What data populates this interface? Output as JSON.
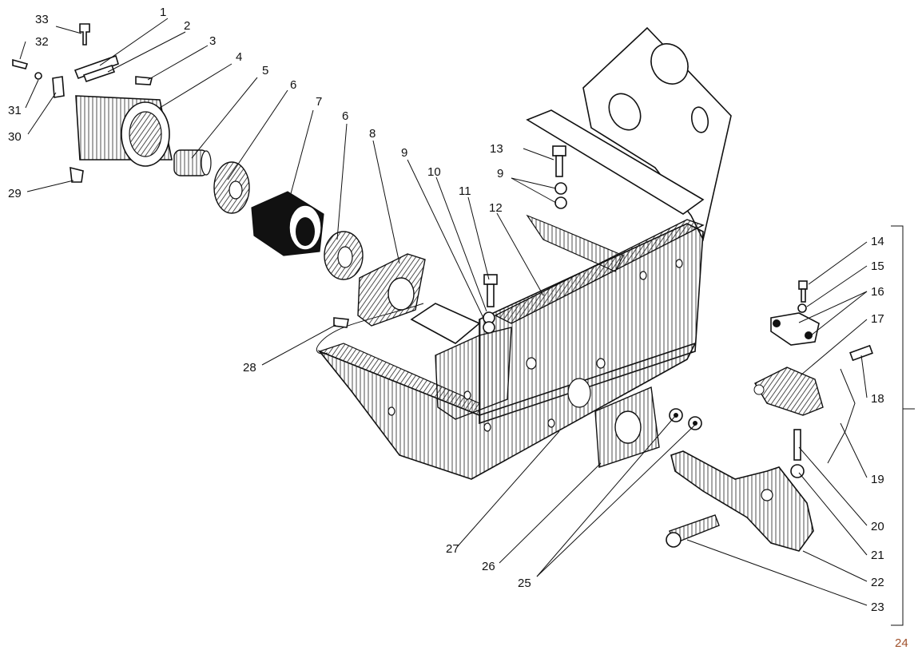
{
  "callouts": [
    {
      "id": "c1",
      "label": "1"
    },
    {
      "id": "c2",
      "label": "2"
    },
    {
      "id": "c3",
      "label": "3"
    },
    {
      "id": "c4",
      "label": "4"
    },
    {
      "id": "c5",
      "label": "5"
    },
    {
      "id": "c6a",
      "label": "6"
    },
    {
      "id": "c6b",
      "label": "6"
    },
    {
      "id": "c7",
      "label": "7"
    },
    {
      "id": "c8",
      "label": "8"
    },
    {
      "id": "c9a",
      "label": "9"
    },
    {
      "id": "c9b",
      "label": "9"
    },
    {
      "id": "c10",
      "label": "10"
    },
    {
      "id": "c11",
      "label": "11"
    },
    {
      "id": "c12",
      "label": "12"
    },
    {
      "id": "c13",
      "label": "13"
    },
    {
      "id": "c14",
      "label": "14"
    },
    {
      "id": "c15",
      "label": "15"
    },
    {
      "id": "c16",
      "label": "16"
    },
    {
      "id": "c17",
      "label": "17"
    },
    {
      "id": "c18",
      "label": "18"
    },
    {
      "id": "c19",
      "label": "19"
    },
    {
      "id": "c20",
      "label": "20"
    },
    {
      "id": "c21",
      "label": "21"
    },
    {
      "id": "c22",
      "label": "22"
    },
    {
      "id": "c23",
      "label": "23"
    },
    {
      "id": "c25",
      "label": "25"
    },
    {
      "id": "c26",
      "label": "26"
    },
    {
      "id": "c27",
      "label": "27"
    },
    {
      "id": "c28",
      "label": "28"
    },
    {
      "id": "c29",
      "label": "29"
    },
    {
      "id": "c30",
      "label": "30"
    },
    {
      "id": "c31",
      "label": "31"
    },
    {
      "id": "c32",
      "label": "32"
    },
    {
      "id": "c33",
      "label": "33"
    }
  ],
  "bracket_label": "24"
}
